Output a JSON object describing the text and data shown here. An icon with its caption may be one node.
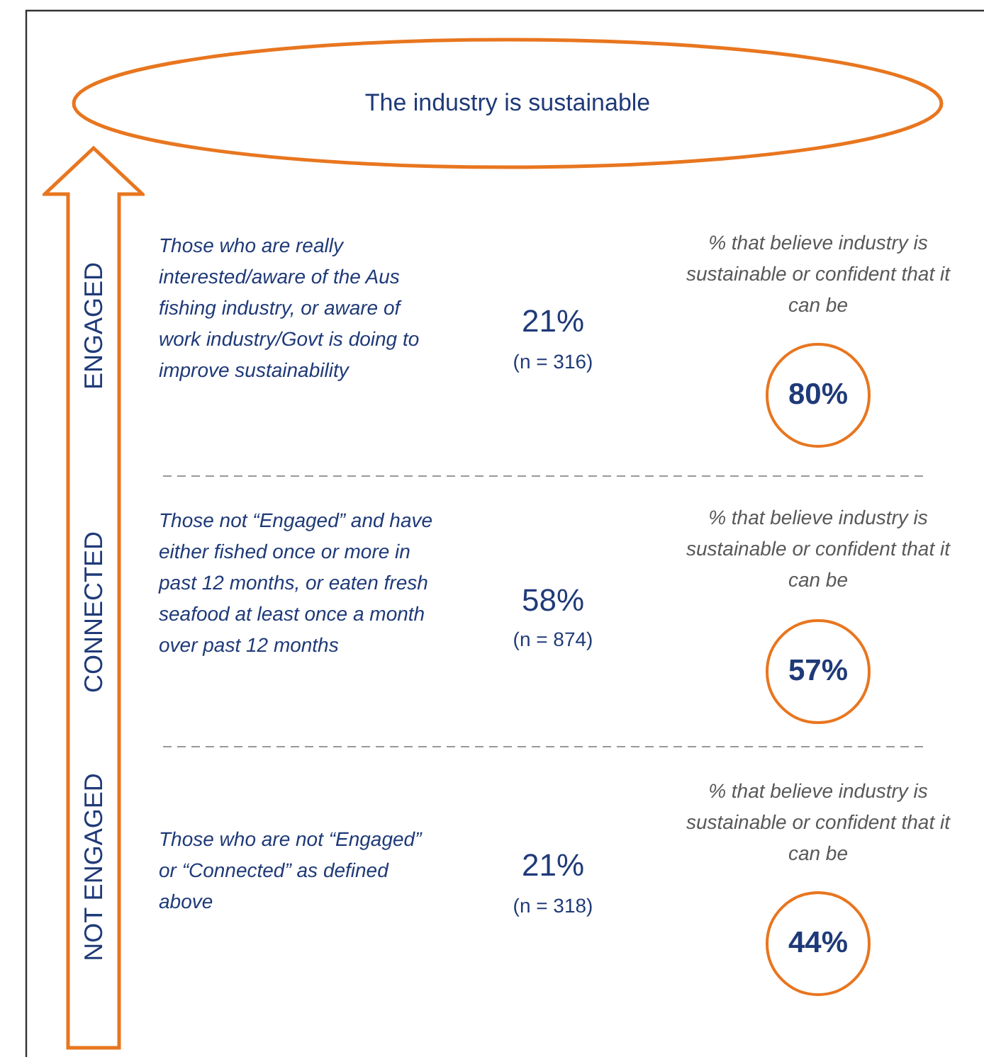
{
  "diagram": {
    "nodes": [
      {
        "text": [
          "The industry is sustainable"
        ]
      },
      {
        "text": [
          "ENGAGED",
          "CONNECTED",
          "NOT ENGAGED"
        ]
      },
      {
        "text": [
          "80%"
        ],
        "beside": [
          "% that believe industry is sustainable or confident that it can be"
        ]
      },
      {
        "text": [
          "57%"
        ],
        "beside": [
          "% that believe industry is sustainable or confident that it can be"
        ]
      },
      {
        "text": [
          "44%"
        ],
        "beside": [
          "% that believe industry is sustainable or confident that it can be"
        ]
      }
    ],
    "labels": [
      "Those who are really interested/aware of the Aus fishing industry, or aware of work industry/Govt is doing to improve sustainability",
      "21%",
      "(n = 316)",
      "Those not “Engaged” and have either fished once or more in past 12 months, or eaten fresh seafood at least once a month over past 12 months",
      "58%",
      "(n = 874)",
      "Those who are not “Engaged” or “Connected” as defined above",
      "21%",
      "(n = 318)"
    ]
  }
}
